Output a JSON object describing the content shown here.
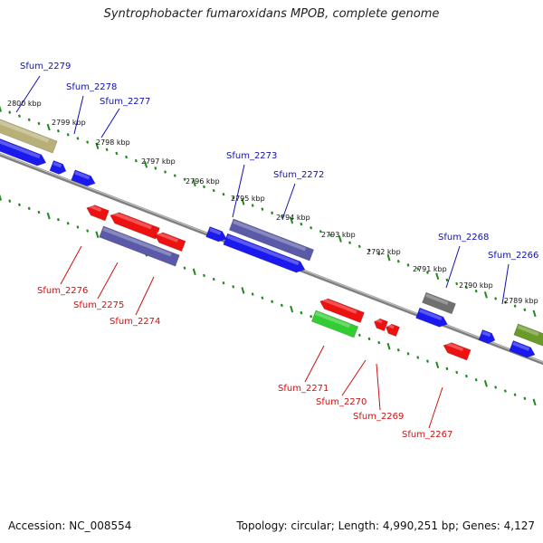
{
  "title": "Syntrophobacter fumaroxidans MPOB, complete genome",
  "footer": {
    "accession": "Accession: NC_008554",
    "summary": "Topology: circular; Length: 4,990,251 bp; Genes: 4,127"
  },
  "colors": {
    "forward_label": "#1010b0",
    "reverse_label": "#cc1111",
    "backbone": "#808080",
    "tick": "#228822",
    "blue": "#1a1aee",
    "red": "#ee1111",
    "slate": "#5a5aa8",
    "khaki": "#b8b078",
    "green": "#33cc33",
    "gray": "#707070",
    "olive": "#6a9a2a"
  },
  "scale_labels": [
    "2800 kbp",
    "2799 kbp",
    "2798 kbp",
    "2797 kbp",
    "2796 kbp",
    "2795 kbp",
    "2794 kbp",
    "2793 kbp",
    "2792 kbp",
    "2791 kbp",
    "2790 kbp",
    "2789 kbp"
  ],
  "forward_labels": [
    "Sfum_2279",
    "Sfum_2278",
    "Sfum_2277",
    "Sfum_2273",
    "Sfum_2272",
    "Sfum_2268",
    "Sfum_2266"
  ],
  "reverse_labels": [
    "Sfum_2276",
    "Sfum_2275",
    "Sfum_2274",
    "Sfum_2271",
    "Sfum_2270",
    "Sfum_2269",
    "Sfum_2267"
  ]
}
